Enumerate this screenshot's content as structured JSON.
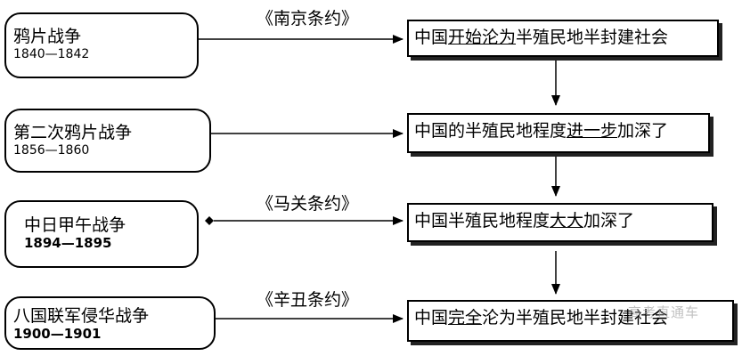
{
  "colors": {
    "line": "#000000",
    "shadow": "#222222",
    "background": "#ffffff",
    "watermark": "#a0a0a0"
  },
  "wars": [
    {
      "name": "鸦片战争",
      "years": "1840—1842"
    },
    {
      "name": "第二次鸦片战争",
      "years": "1856—1860"
    },
    {
      "name": "中日甲午战争",
      "years": "1894—1895"
    },
    {
      "name": "八国联军侵华战争",
      "years": "1900—1901"
    }
  ],
  "treaties": [
    "《南京条约》",
    "《马关条约》",
    "《辛丑条约》"
  ],
  "results": [
    {
      "prefix": "中国",
      "emphasis": "开始沦为",
      "suffix": "半殖民地半封建社会"
    },
    {
      "prefix": "中国的半殖民地程度",
      "emphasis": "进一步",
      "suffix": "加深了"
    },
    {
      "prefix": "中国半殖民地程度",
      "emphasis": "大大",
      "suffix": "加深了"
    },
    {
      "prefix": "中国",
      "emphasis": "完全",
      "suffix": "沦为半殖民地半封建社会"
    }
  ],
  "watermark": "高考直通车"
}
